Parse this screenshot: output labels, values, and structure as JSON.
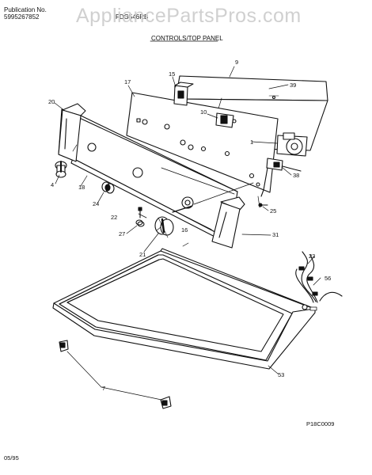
{
  "header": {
    "publication_label": "Publication No.",
    "publication_number": "5995267852",
    "model": "FDG546RB",
    "section_title": "CONTROLS/TOP PANEL"
  },
  "watermark": "AppliancePartsPros.com",
  "footer": {
    "figure_code": "P18C0009",
    "date": "05/95"
  },
  "parts": {
    "p1": "1",
    "p4": "4",
    "p7": "7",
    "p9": "9",
    "p10": "10",
    "p15": "15",
    "p16": "16",
    "p17": "17",
    "p18": "18",
    "p20": "20",
    "p21": "21",
    "p22": "22",
    "p23": "23",
    "p24": "24",
    "p25": "25",
    "p27": "27",
    "p31": "31",
    "p38": "38",
    "p39": "39",
    "p53": "53",
    "p56": "56"
  }
}
